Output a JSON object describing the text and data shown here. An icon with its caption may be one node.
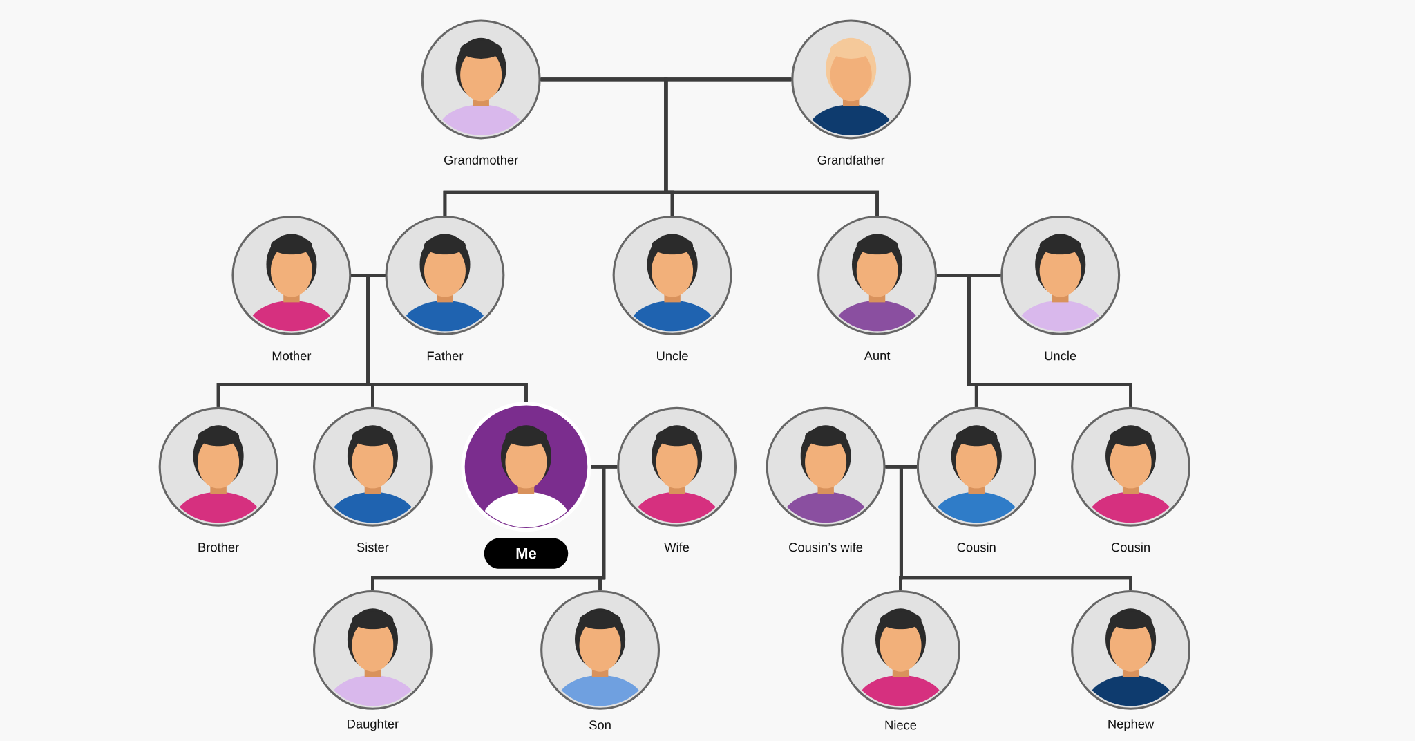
{
  "diagram": {
    "nodes": [
      {
        "text": [
          "Grandmother"
        ]
      },
      {
        "text": [
          "Grandfather"
        ]
      },
      {
        "text": [
          "Mother"
        ]
      },
      {
        "text": [
          "Father"
        ]
      },
      {
        "text": [
          "Uncle"
        ]
      },
      {
        "text": [
          "Aunt"
        ]
      },
      {
        "text": [
          "Uncle"
        ]
      },
      {
        "text": [
          "Brother"
        ]
      },
      {
        "text": [
          "Sister"
        ]
      },
      {
        "text": [
          "Me"
        ]
      },
      {
        "text": [
          "Wife"
        ]
      },
      {
        "text": [
          "Cousin’s wife"
        ]
      },
      {
        "text": [
          "Cousin"
        ]
      },
      {
        "text": [
          "Cousin"
        ]
      },
      {
        "text": [
          "Daughter"
        ]
      },
      {
        "text": [
          "Son"
        ]
      },
      {
        "text": [
          "Niece"
        ]
      },
      {
        "text": [
          "Nephew"
        ]
      }
    ],
    "edges": [
      {
        "from": 0,
        "to": 1,
        "arrow": "none"
      },
      {
        "from": 0,
        "to": 3,
        "arrow": "none"
      },
      {
        "from": 0,
        "to": 4,
        "arrow": "none"
      },
      {
        "from": 0,
        "to": 5,
        "arrow": "none"
      },
      {
        "from": 1,
        "to": 3,
        "arrow": "none"
      },
      {
        "from": 1,
        "to": 4,
        "arrow": "none"
      },
      {
        "from": 1,
        "to": 5,
        "arrow": "none"
      },
      {
        "from": 2,
        "to": 3,
        "arrow": "none"
      },
      {
        "from": 2,
        "to": 7,
        "arrow": "none"
      },
      {
        "from": 2,
        "to": 8,
        "arrow": "none"
      },
      {
        "from": 2,
        "to": 9,
        "arrow": "none"
      },
      {
        "from": 3,
        "to": 7,
        "arrow": "none"
      },
      {
        "from": 3,
        "to": 8,
        "arrow": "none"
      },
      {
        "from": 3,
        "to": 9,
        "arrow": "none"
      },
      {
        "from": 5,
        "to": 6,
        "arrow": "none"
      },
      {
        "from": 5,
        "to": 12,
        "arrow": "none"
      },
      {
        "from": 5,
        "to": 13,
        "arrow": "none"
      },
      {
        "from": 6,
        "to": 12,
        "arrow": "none"
      },
      {
        "from": 6,
        "to": 13,
        "arrow": "none"
      },
      {
        "from": 9,
        "to": 10,
        "arrow": "none"
      },
      {
        "from": 9,
        "to": 14,
        "arrow": "none"
      },
      {
        "from": 9,
        "to": 15,
        "arrow": "none"
      },
      {
        "from": 10,
        "to": 14,
        "arrow": "none"
      },
      {
        "from": 10,
        "to": 15,
        "arrow": "none"
      },
      {
        "from": 11,
        "to": 12,
        "arrow": "none"
      },
      {
        "from": 11,
        "to": 16,
        "arrow": "none"
      },
      {
        "from": 11,
        "to": 17,
        "arrow": "none"
      },
      {
        "from": 12,
        "to": 16,
        "arrow": "none"
      },
      {
        "from": 12,
        "to": 17,
        "arrow": "none"
      }
    ]
  }
}
